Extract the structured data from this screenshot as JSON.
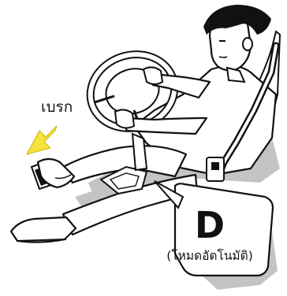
{
  "labels": {
    "brake": "เบรก",
    "gear_letter": "D",
    "gear_mode": "(โหมดอัตโนมัติ)"
  },
  "colors": {
    "arrow": "#f5e23a",
    "ink": "#111111",
    "shadow": "#bdbdbd",
    "background": "#ffffff"
  },
  "icons": {
    "arrow": "yellow-arrow-pointing-down-left"
  }
}
